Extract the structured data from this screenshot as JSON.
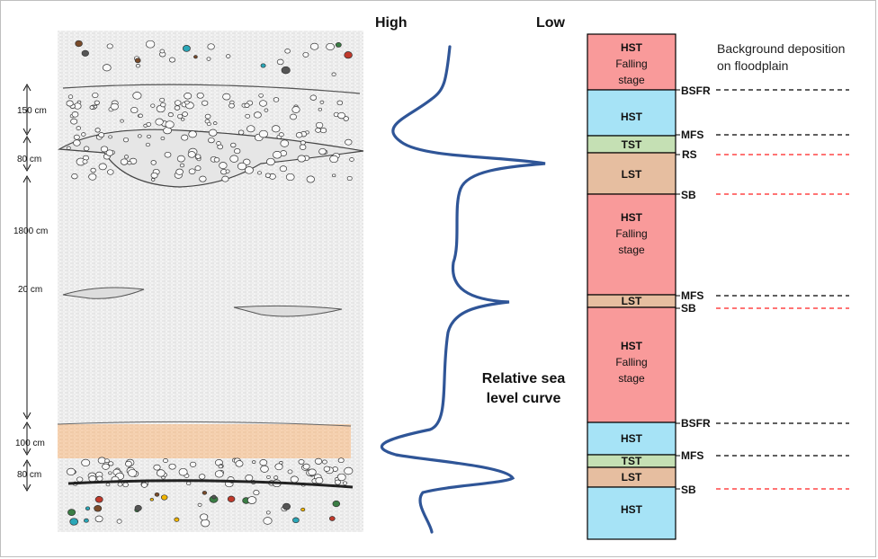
{
  "headers": {
    "high": "High",
    "low": "Low"
  },
  "curve_title": [
    "Relative sea",
    "level curve"
  ],
  "background_note": [
    "Background deposition",
    "on floodplain"
  ],
  "colors": {
    "hst_falling": "#f99a9a",
    "hst": "#a6e3f6",
    "tst": "#c5e0b4",
    "lst": "#e6bea0",
    "curve": "#2f5597",
    "dash_black": "#000000",
    "dash_red": "#ff2020",
    "sediment_orange": "#f4c49a"
  },
  "scale_labels": [
    "150 cm",
    "80 cm",
    "1800 cm",
    "20 cm",
    "100 cm",
    "80 cm"
  ],
  "units": [
    {
      "name": "HST",
      "sub": [
        "Falling",
        "stage"
      ],
      "kind": "hst_falling"
    },
    {
      "name": "HST",
      "sub": [],
      "kind": "hst"
    },
    {
      "name": "TST",
      "sub": [],
      "kind": "tst"
    },
    {
      "name": "LST",
      "sub": [],
      "kind": "lst"
    },
    {
      "name": "HST",
      "sub": [
        "Falling",
        "stage"
      ],
      "kind": "hst_falling"
    },
    {
      "name": "LST",
      "sub": [],
      "kind": "lst"
    },
    {
      "name": "HST",
      "sub": [
        "Falling",
        "stage"
      ],
      "kind": "hst_falling"
    },
    {
      "name": "HST",
      "sub": [],
      "kind": "hst"
    },
    {
      "name": "TST",
      "sub": [],
      "kind": "tst"
    },
    {
      "name": "LST",
      "sub": [],
      "kind": "lst"
    },
    {
      "name": "HST",
      "sub": [],
      "kind": "hst"
    }
  ],
  "surfaces": [
    {
      "label": "BSFR",
      "style": "black"
    },
    {
      "label": "MFS",
      "style": "black"
    },
    {
      "label": "RS",
      "style": "red"
    },
    {
      "label": "SB",
      "style": "red"
    },
    {
      "label": "MFS",
      "style": "black"
    },
    {
      "label": "SB",
      "style": "red"
    },
    {
      "label": "BSFR",
      "style": "black"
    },
    {
      "label": "MFS",
      "style": "black"
    },
    {
      "label": "SB",
      "style": "red"
    }
  ]
}
